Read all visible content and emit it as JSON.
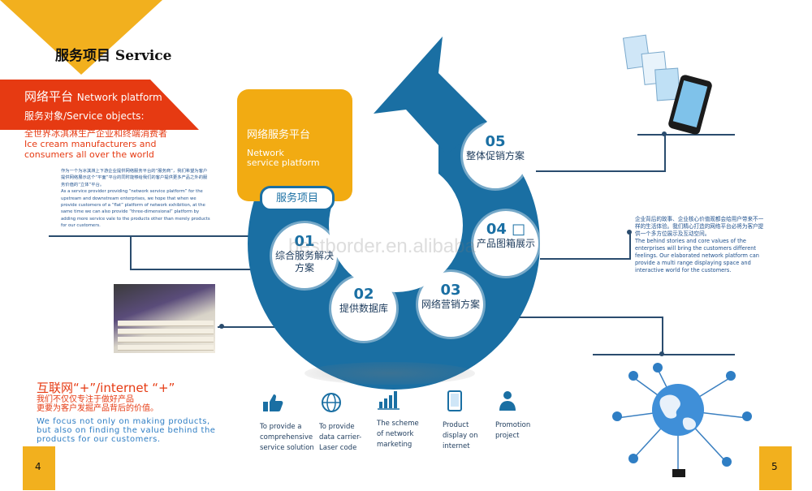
{
  "header": {
    "title": "服务项目 Service"
  },
  "banner": {
    "title_cn": "网络平台",
    "title_en": "Network platform",
    "sub": "服务对象/Service objects:",
    "red_text": "全世界冰淇淋生产企业和终端消费者\nIce cream manufacturers and\nconsumers all over the world"
  },
  "left_paragraph": "作为一个为冰淇淋上下游企业提供网络服务平台的“服务商”，我们希望为客户提供网络展示这个“平面”平台的同时能够给我们的客户提供更多产品之外的服务价值的“立体”平台。\nAs a service provider providing “network service platform” for the upstream and downstream enterprises, we hope that when we provide customers of a “flat” platform of network exhibition, at the same time we can also provide “three-dimensional” platform by adding more service vale to the products other than merely products for our customers.",
  "center": {
    "box_title": "网络服务平台",
    "box_sub": "Network\nservice platform",
    "pill": "服务项目",
    "items": [
      {
        "num": "01",
        "label": "综合服务解决\n方案"
      },
      {
        "num": "02",
        "label": "提供数据库"
      },
      {
        "num": "03",
        "label": "网络营销方案"
      },
      {
        "num": "04 □",
        "label": "产品图箱展示"
      },
      {
        "num": "05",
        "label": "整体促销方案"
      }
    ],
    "watermark": "bestborder.en.alibaba"
  },
  "right_paragraph": "企业背后的故事、企业核心价值观都会给用户带来不一样的生活体验。我们精心打造的网络平台必将为客户提供一个多方位展示及互动空间。\nThe behind stories and core values of the enterprises will bring the customers different feelings. Our elaborated network platform can provide a multi range displaying space and interactive world for the customers.",
  "internet": {
    "title": "互联网“+”/internet “+”",
    "sub_cn": "我们不仅仅专注于做好产品\n更要为客户发掘产品背后的价值。",
    "sub_en": "We focus not only on making products,\nbut also on finding the value behind the\nproducts for our customers."
  },
  "features": [
    {
      "icon": "thumbs-up-icon",
      "text": "To provide a\ncomprehensive\nservice solution"
    },
    {
      "icon": "globe-icon",
      "text": "To provide\ndata carrier-\nLaser code"
    },
    {
      "icon": "bar-chart-icon",
      "text": "The scheme\nof network\nmarketing"
    },
    {
      "icon": "tablet-icon",
      "text": "Product\ndisplay on\ninternet"
    },
    {
      "icon": "people-icon",
      "text": "Promotion\nproject"
    }
  ],
  "pages": {
    "left": "4",
    "right": "5"
  },
  "colors": {
    "accent_yellow": "#f2b01e",
    "accent_red": "#e63a12",
    "ring_blue": "#1a6fa3",
    "line_navy": "#2a4c6e"
  }
}
